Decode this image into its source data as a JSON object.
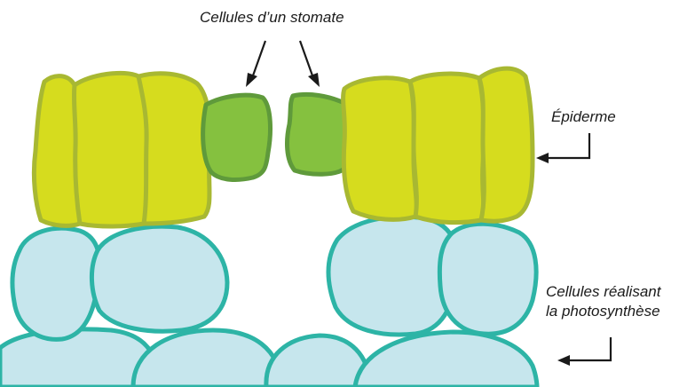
{
  "labels": {
    "stomate": "Cellules d’un stomate",
    "epiderme": "Épiderme",
    "photosynthese_line1": "Cellules réalisant",
    "photosynthese_line2": "la photosynthèse"
  },
  "colors": {
    "epiderme_fill": "#d6dc1e",
    "epiderme_stroke": "#a8b832",
    "stomate_fill": "#85c13f",
    "stomate_stroke": "#5f9a3b",
    "photosynthese_fill": "#c6e6ed",
    "photosynthese_stroke": "#2db4a6",
    "arrow": "#1a1a1a"
  }
}
